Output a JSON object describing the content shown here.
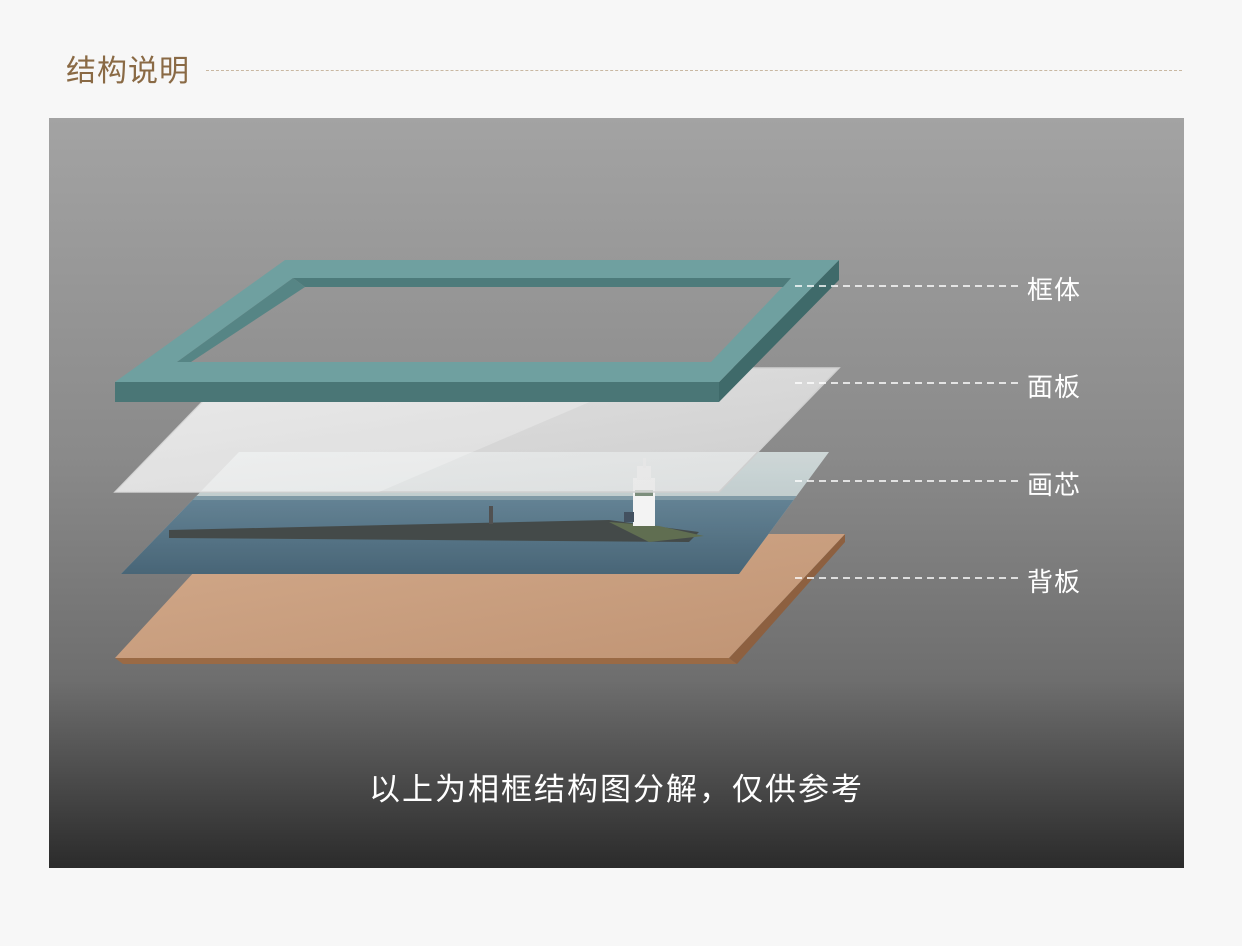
{
  "header": {
    "title": "结构说明"
  },
  "layers": [
    {
      "id": "frame",
      "label": "框体"
    },
    {
      "id": "panel",
      "label": "面板"
    },
    {
      "id": "core",
      "label": "画芯"
    },
    {
      "id": "back",
      "label": "背板"
    }
  ],
  "caption": "以上为相框结构图分解，仅供参考",
  "colors": {
    "title": "#8a6a45",
    "frame_top": "#6fa0a0",
    "frame_side": "#4a7676",
    "backboard": "#c9a07e",
    "backboard_edge": "#9a6a45"
  }
}
